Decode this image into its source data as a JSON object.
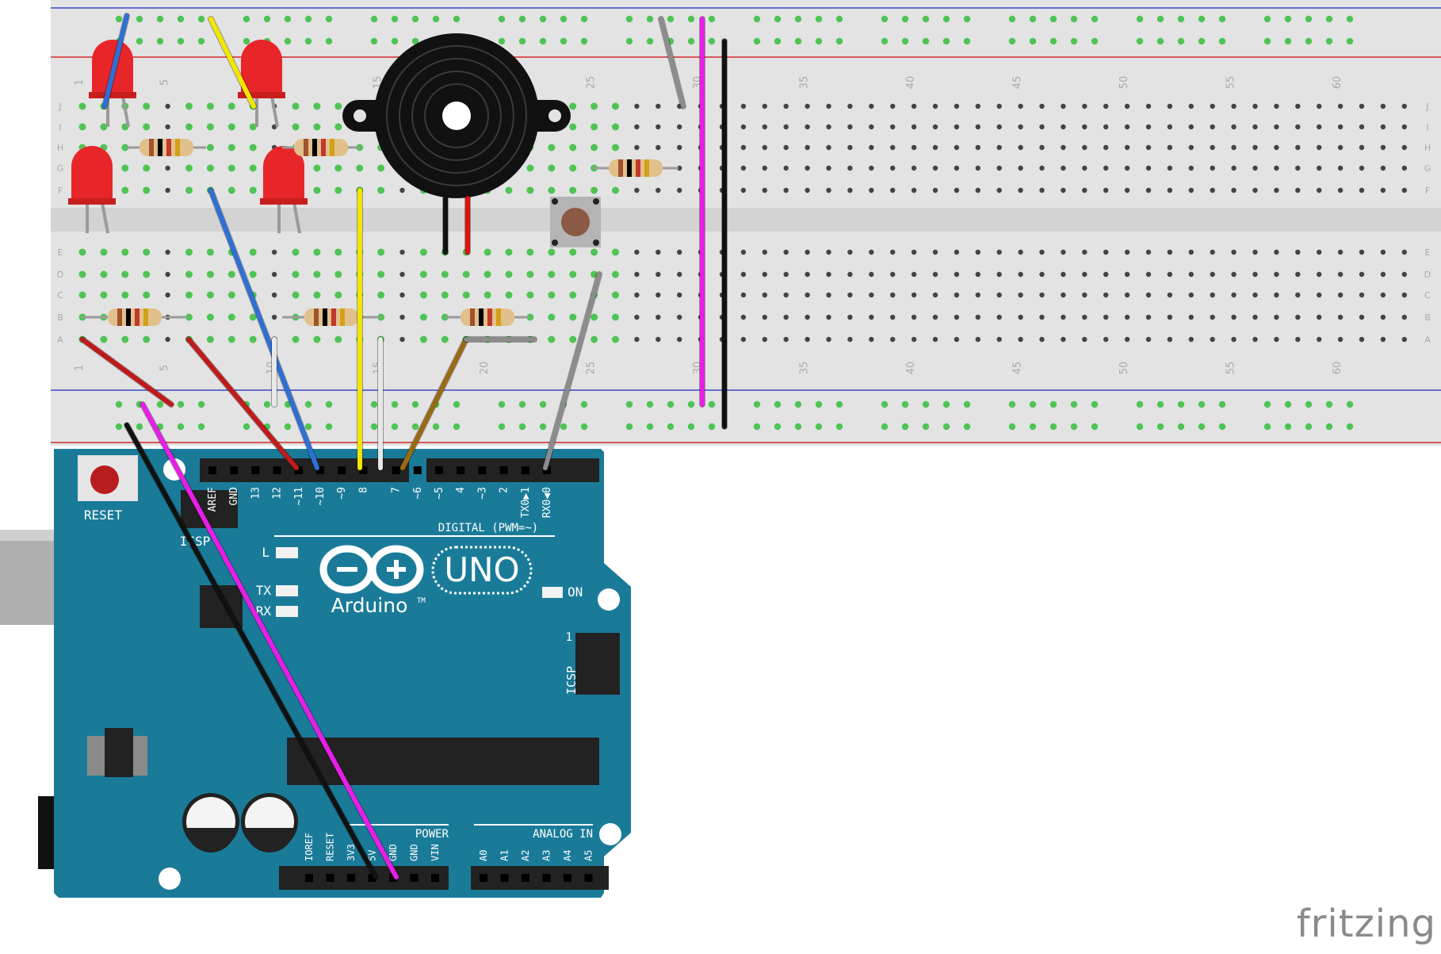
{
  "brand": {
    "label": "fritzing"
  },
  "breadboard": {
    "row_letters_top": [
      "J",
      "I",
      "H",
      "G",
      "F"
    ],
    "row_letters_bottom": [
      "E",
      "D",
      "C",
      "B",
      "A"
    ],
    "column_numbers": [
      "1",
      "5",
      "10",
      "15",
      "20",
      "25",
      "30",
      "35",
      "40",
      "45",
      "50",
      "55",
      "60"
    ],
    "colors": {
      "body": "#e3e3e3",
      "channel": "#d3d3d3",
      "rail_red": "#d22b2b",
      "rail_blue": "#3a48c8",
      "hole": "#444444",
      "hole_used": "#4fc455"
    }
  },
  "arduino": {
    "board_color": "#1a7b99",
    "reset_label": "RESET",
    "logo_text": "Arduino",
    "logo_tm": "TM",
    "model_label": "UNO",
    "on_label": "ON",
    "l_label": "L",
    "tx_label": "TX",
    "rx_label": "RX",
    "icsp_label": "ICSP",
    "icsp2_label": "ICSP",
    "icsp_pin1": "1",
    "digital_label": "DIGITAL (PWM=~)",
    "power_label": "POWER",
    "analog_label": "ANALOG IN",
    "digital_pins": [
      "AREF",
      "GND",
      "13",
      "12",
      "~11",
      "~10",
      "~9",
      "8",
      "7",
      "~6",
      "~5",
      "4",
      "~3",
      "2",
      "TX0▶1",
      "RX0◀0"
    ],
    "power_pins": [
      "IOREF",
      "RESET",
      "3V3",
      "5V",
      "GND",
      "GND",
      "VIN"
    ],
    "analog_pins": [
      "A0",
      "A1",
      "A2",
      "A3",
      "A4",
      "A5"
    ]
  },
  "components": {
    "leds": [
      {
        "color": "#e8262a"
      },
      {
        "color": "#e8262a"
      },
      {
        "color": "#e8262a"
      },
      {
        "color": "#e8262a"
      }
    ],
    "resistors": [
      {
        "band_colors": [
          "#a0522d",
          "#000000",
          "#c0392b",
          "#d4a017"
        ]
      }
    ],
    "buzzer": {
      "color": "#111111"
    },
    "pushbutton": {
      "color": "#8b5a45"
    }
  },
  "wires": [
    {
      "name": "wire-blue-led1",
      "color": "#2f6fd4"
    },
    {
      "name": "wire-yellow-led3",
      "color": "#f2e600"
    },
    {
      "name": "wire-gray-top-rail",
      "color": "#8c8c8c"
    },
    {
      "name": "wire-magenta-rails",
      "color": "#e61ee6"
    },
    {
      "name": "wire-black-rails",
      "color": "#111111"
    },
    {
      "name": "wire-gray-button",
      "color": "#8c8c8c"
    },
    {
      "name": "wire-blue-pin12",
      "color": "#2f6fd4"
    },
    {
      "name": "wire-yellow-pin10",
      "color": "#f2e600"
    },
    {
      "name": "wire-white-pin9",
      "color": "#e8e8e8"
    },
    {
      "name": "wire-white-short",
      "color": "#e8e8e8"
    },
    {
      "name": "wire-red-short",
      "color": "#c01a1a"
    },
    {
      "name": "wire-red-pin13",
      "color": "#c01a1a"
    },
    {
      "name": "wire-brown-pin8",
      "color": "#9a6a12"
    },
    {
      "name": "wire-gray-pin2",
      "color": "#8c8c8c"
    },
    {
      "name": "wire-magenta-5v",
      "color": "#e61ee6"
    },
    {
      "name": "wire-black-gnd",
      "color": "#111111"
    },
    {
      "name": "wire-buzzer-black",
      "color": "#111111"
    },
    {
      "name": "wire-buzzer-red",
      "color": "#e01010"
    }
  ]
}
